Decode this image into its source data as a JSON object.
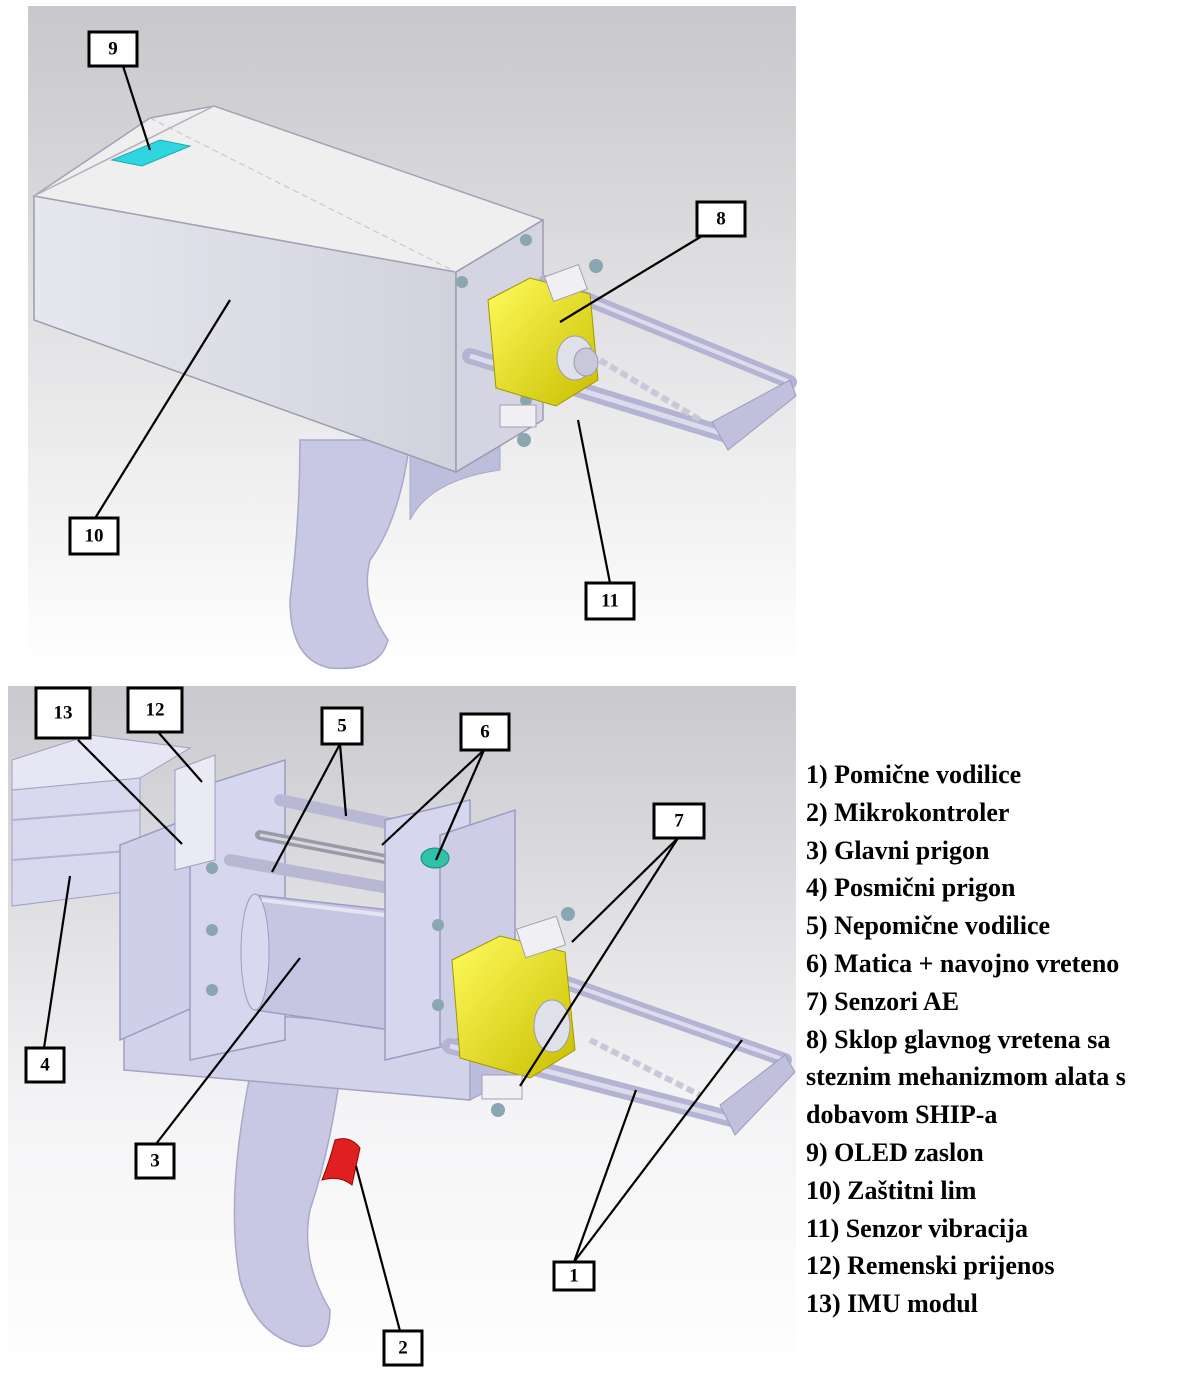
{
  "callouts": {
    "c1": "1",
    "c2": "2",
    "c3": "3",
    "c4": "4",
    "c5": "5",
    "c6": "6",
    "c7": "7",
    "c8": "8",
    "c9": "9",
    "c10": "10",
    "c11": "11",
    "c12": "12",
    "c13": "13"
  },
  "legend": [
    "1) Pomične vodilice",
    "2) Mikrokontroler",
    "3) Glavni prigon",
    "4) Posmični prigon",
    "5) Nepomične vodilice",
    "6) Matica + navojno vreteno",
    "7) Senzori AE",
    "8) Sklop glavnog vretena sa steznim mehanizmom alata s dobavom SHIP-a",
    "9) OLED zaslon",
    "10) Zaštitni lim",
    "11) Senzor vibracija",
    "12) Remenski prijenos",
    "13) IMU modul"
  ],
  "colors": {
    "body": "#c9c9e6",
    "housing": "#e4e4ee",
    "spindle_yellow": "#e8e000",
    "display_cyan": "#2fd6e0",
    "trigger_red": "#e02020",
    "background_top": "#cfcfd4",
    "background_bottom": "#ffffff"
  }
}
